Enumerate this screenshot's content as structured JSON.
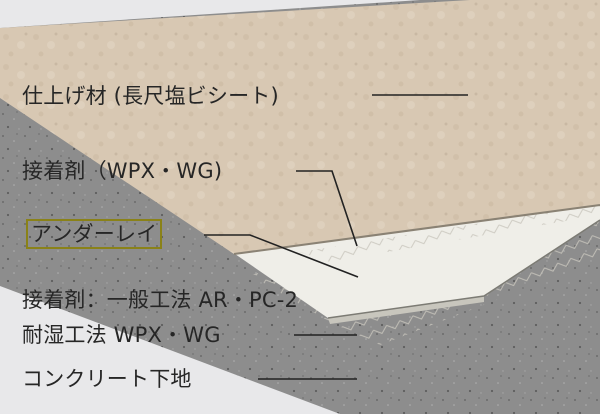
{
  "labels": {
    "finish": "仕上げ材 (長尺塩ビシート)",
    "adhesive_top": "接着剤（WPX・WG)",
    "underlay": "アンダーレイ",
    "adhesive_general": "接着剤：一般工法 AR・PC-2",
    "adhesive_moist": "耐湿工法 WPX・WG",
    "concrete": "コンクリート下地"
  },
  "colors": {
    "background": "#e8e8ea",
    "concrete": "#8d8d8d",
    "vinyl_sheet": "#d8c8b3",
    "underlay": "#efeee8",
    "underlay_edge": "#7c7b74",
    "highlight_box": "#8a8218",
    "leader_line": "#222222"
  }
}
